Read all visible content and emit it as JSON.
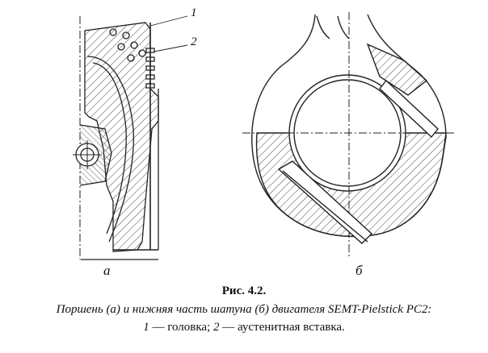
{
  "figure": {
    "callout_1": "1",
    "callout_2": "2",
    "label_a": "а",
    "label_b": "б"
  },
  "caption": {
    "title": "Рис. 4.2.",
    "line1": "Поршень (а) и нижняя часть шатуна (б) двигателя SEMT-Pielstick PC2:",
    "num_1": "1",
    "text_1": " — головка; ",
    "num_2": "2",
    "text_2": " — аустенитная вставка."
  }
}
